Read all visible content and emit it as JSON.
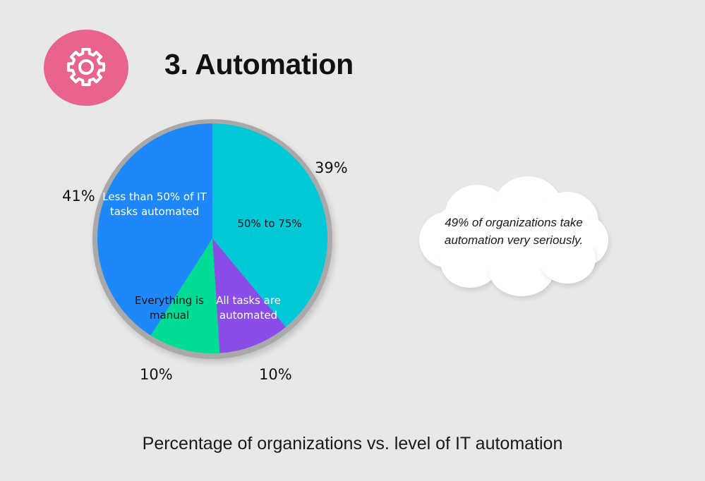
{
  "header": {
    "title": "3. Automation",
    "icon": "gear-icon",
    "badge_color": "#e8648d"
  },
  "callout": {
    "text": "49% of organizations take automation very seriously.",
    "shape": "cloud"
  },
  "caption": "Percentage of organizations vs. level of IT automation",
  "background_color": "#e8e8e8",
  "chart_data": {
    "type": "pie",
    "title": "Percentage of organizations vs. level of IT automation",
    "categories": [
      "50% to 75%",
      "All tasks are automated",
      "Everything is manual",
      "Less than 50% of IT tasks automated"
    ],
    "values": [
      39,
      10,
      10,
      41
    ],
    "value_labels": [
      "39%",
      "10%",
      "10%",
      "41%"
    ],
    "colors": [
      "#00c8d7",
      "#8b4de8",
      "#00db95",
      "#1e88fa"
    ],
    "label_text_colors": [
      "#111111",
      "#ffffff",
      "#111111",
      "#ffffff"
    ],
    "legend": "none",
    "ring_color": "#a9a9a9",
    "slices": [
      {
        "label": "50% to 75%",
        "value": 39,
        "value_label": "39%",
        "color": "#00c8d7",
        "label_color": "#111111"
      },
      {
        "label": "All tasks are automated",
        "value": 10,
        "value_label": "10%",
        "color": "#8b4de8",
        "label_color": "#ffffff"
      },
      {
        "label": "Everything is manual",
        "value": 10,
        "value_label": "10%",
        "color": "#00db95",
        "label_color": "#111111"
      },
      {
        "label": "Less than 50% of IT tasks automated",
        "value": 41,
        "value_label": "41%",
        "color": "#1e88fa",
        "label_color": "#ffffff"
      }
    ]
  }
}
